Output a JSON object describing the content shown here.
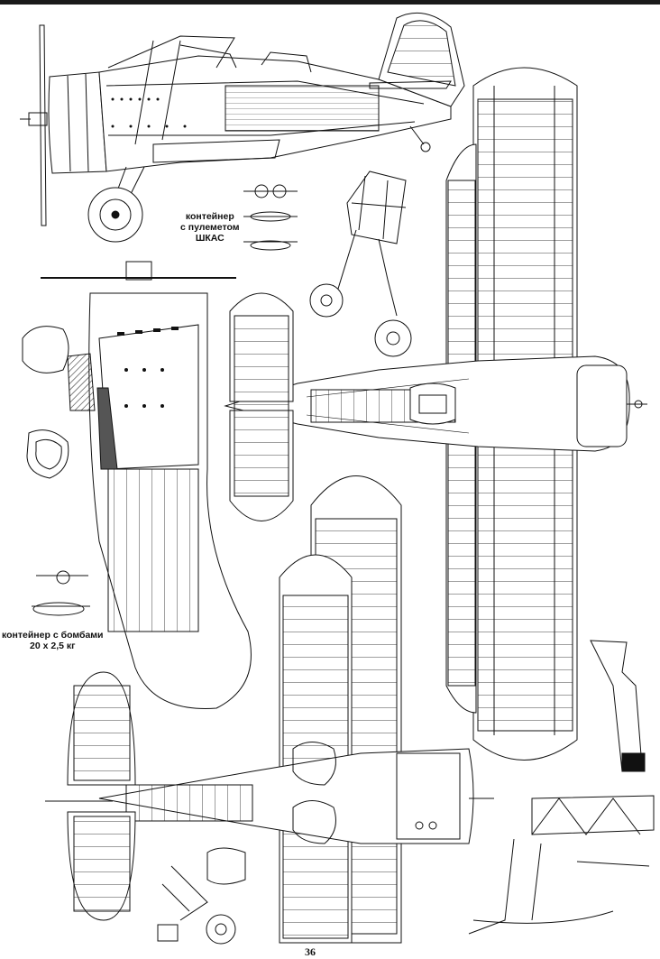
{
  "labels": {
    "mg_container_line1": "контейнер",
    "mg_container_line2": "с пулеметом",
    "mg_container_line3": "ШКАС",
    "bomb_container_line1": "контейнер с бомбами",
    "bomb_container_line2": "20 х 2,5 кг"
  },
  "page_number": "36",
  "colors": {
    "ink": "#111111",
    "paper": "#ffffff",
    "hatch": "#555555"
  }
}
